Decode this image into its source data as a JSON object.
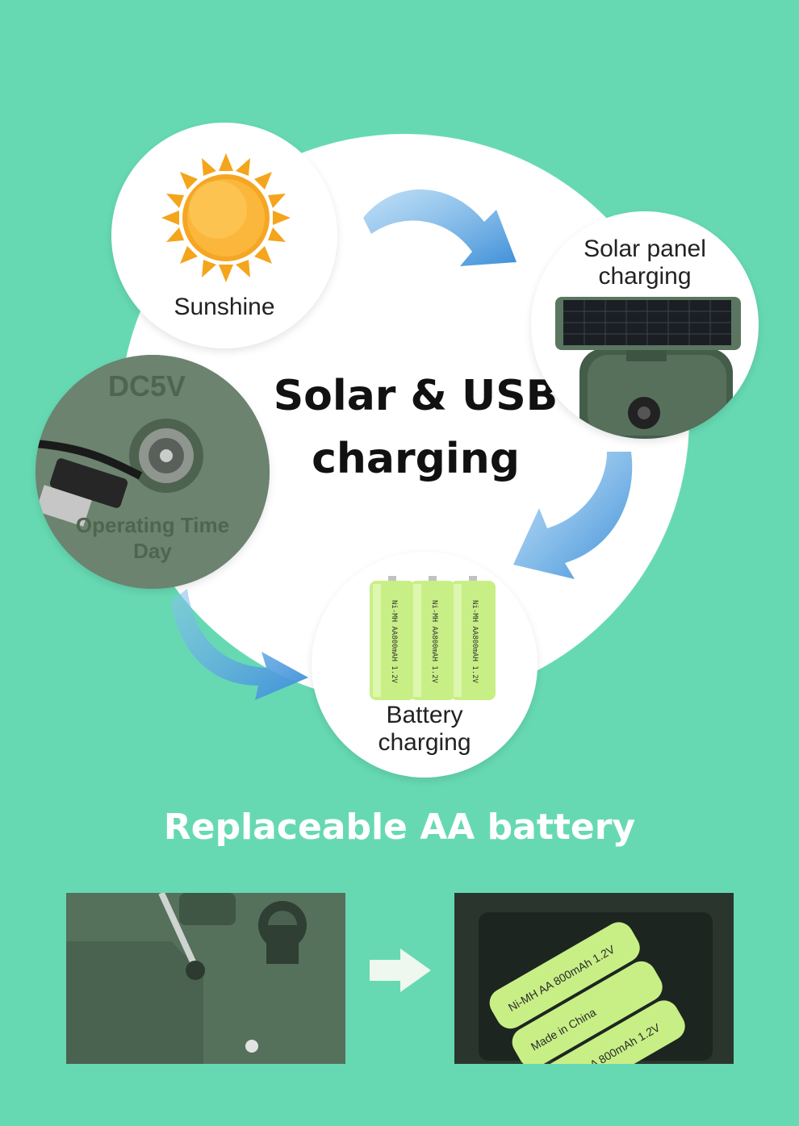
{
  "cycle": {
    "headline_line1": "Solar & USB",
    "headline_line2": "charging",
    "sunshine_label": "Sunshine",
    "solar_label_line1": "Solar panel",
    "solar_label_line2": "charging",
    "battery_label_line1": "Battery",
    "battery_label_line2": "charging",
    "port_print_top": "DC5V",
    "port_print_bottom_line1": "Operating Time",
    "port_print_bottom_line2": "Day",
    "cell_print": "Ni-MH AA800mAH 1.2V"
  },
  "replace_section": {
    "title": "Replaceable AA battery",
    "battery_print_line1": "Ni-MH AA 800mAh 1.2V",
    "battery_print_line2": "Made in China"
  },
  "colors": {
    "background": "#66d9b3",
    "arrow_blue": "#4a9ee0",
    "device_green": "#4e6a55",
    "battery_green": "#c8ef86"
  }
}
